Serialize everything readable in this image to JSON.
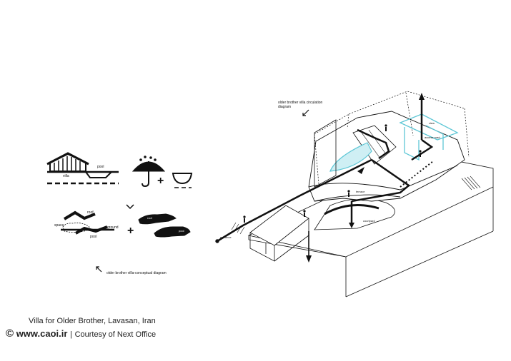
{
  "diagram": {
    "circulation_title": "older brother villa circulation diagram",
    "concept_title": "older brother villa-conceptual diagram",
    "concept_labels": {
      "pool_top": "pool",
      "villa": "villa",
      "roof": "roof",
      "space": "space",
      "ground": "ground",
      "pool_bottom": "pool",
      "hand_top": "roof",
      "hand_bottom": "pool"
    },
    "plus_sign": "+",
    "circulation_labels": {
      "entrance": "entrance",
      "terrace": "terrace",
      "courtyard": "courtyard",
      "view": "view",
      "access_road": "access road"
    }
  },
  "caption": {
    "title": "Villa for Older Brother, Lavasan, Iran",
    "copyright_symbol": "©",
    "site": "www.caoi.ir",
    "separator": "|",
    "credit": "Courtesy of Next Office"
  },
  "colors": {
    "ink": "#111111",
    "accent": "#5fc7d6",
    "fill_accent": "#cfeff4"
  }
}
